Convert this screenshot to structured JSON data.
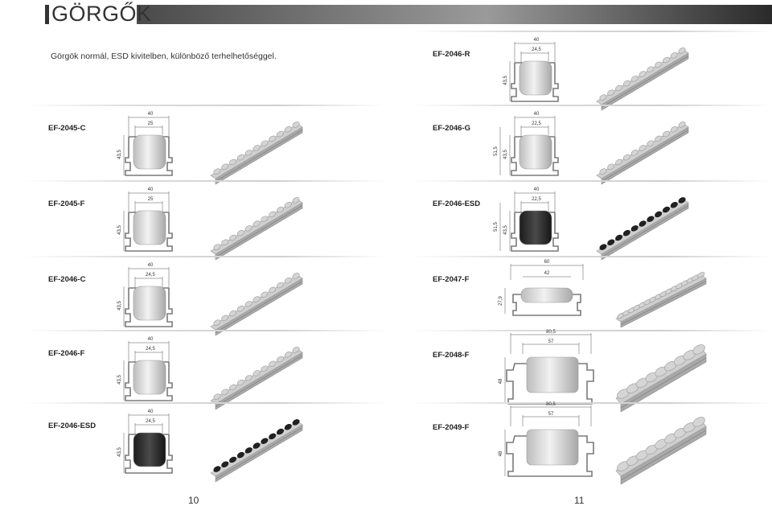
{
  "title": "GÖRGŐK",
  "intro": "Görgök normál, ESD kivitelben, különböző terhelhetőséggel.",
  "page_left": "10",
  "page_right": "11",
  "colors": {
    "header_dark": "#2a2a2a",
    "roller_silver": "#d8d8d8",
    "roller_esd": "#2b2b2b"
  },
  "products": [
    {
      "code": "EF-2046-R",
      "width": "40",
      "inner": "24,5",
      "height": "43,5",
      "extra_height": "",
      "esd": false
    },
    {
      "code": "EF-2045-C",
      "width": "40",
      "inner": "25",
      "height": "43,5",
      "extra_height": "",
      "esd": false
    },
    {
      "code": "EF-2046-G",
      "width": "40",
      "inner": "22,5",
      "height": "43,5",
      "extra_height": "51,5",
      "esd": false
    },
    {
      "code": "EF-2045-F",
      "width": "40",
      "inner": "25",
      "height": "43,5",
      "extra_height": "",
      "esd": false
    },
    {
      "code": "EF-2046-ESD",
      "width": "40",
      "inner": "22,5",
      "height": "43,5",
      "extra_height": "51,5",
      "esd": true
    },
    {
      "code": "EF-2046-C",
      "width": "40",
      "inner": "24,5",
      "height": "43,5",
      "extra_height": "",
      "esd": false
    },
    {
      "code": "EF-2047-F",
      "width": "60",
      "inner": "42",
      "height": "27,9",
      "extra_height": "",
      "esd": false
    },
    {
      "code": "EF-2046-F",
      "width": "40",
      "inner": "24,5",
      "height": "43,5",
      "extra_height": "",
      "esd": false
    },
    {
      "code": "EF-2048-F",
      "width": "80,5",
      "inner": "57",
      "height": "48",
      "extra_height": "",
      "esd": false
    },
    {
      "code": "EF-2046-ESD",
      "width": "40",
      "inner": "24,5",
      "height": "43,5",
      "extra_height": "",
      "esd": true
    },
    {
      "code": "EF-2049-F",
      "width": "80,5",
      "inner": "57",
      "height": "48",
      "extra_height": "",
      "esd": false
    }
  ]
}
